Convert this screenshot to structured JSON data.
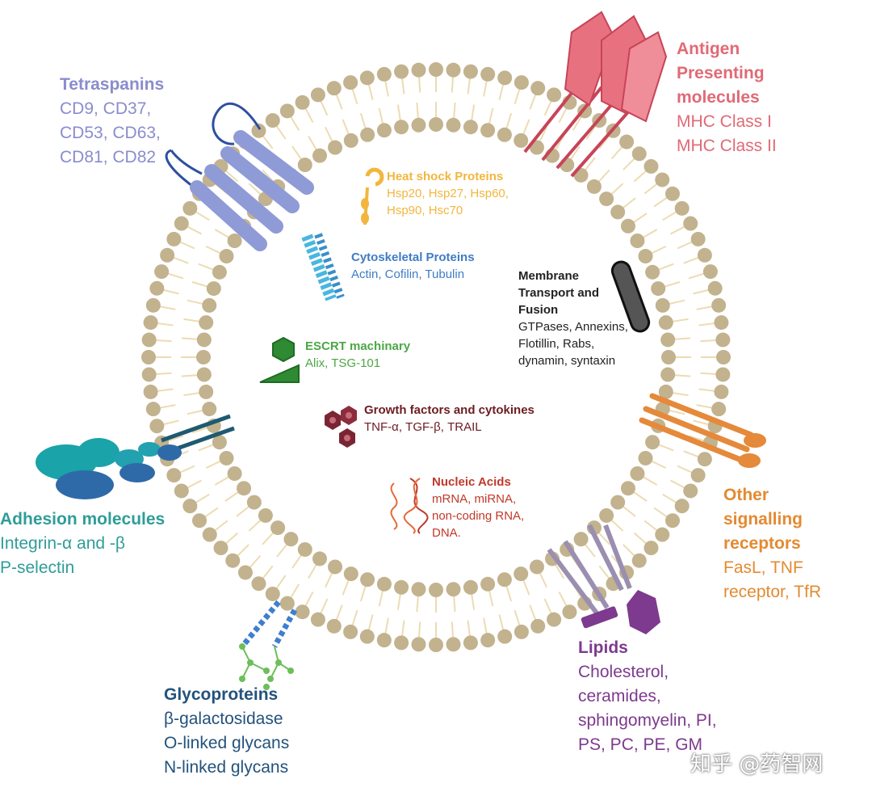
{
  "labels": {
    "tetraspanins": {
      "title": "Tetraspanins",
      "lines": [
        "CD9, CD37,",
        "CD53, CD63,",
        "CD81, CD82"
      ]
    },
    "antigen": {
      "title_lines": [
        "Antigen",
        "Presenting",
        "molecules"
      ],
      "lines": [
        "MHC Class I",
        "MHC Class II"
      ]
    },
    "adhesion": {
      "title": "Adhesion molecules",
      "lines": [
        "Integrin-α and -β",
        "P-selectin"
      ]
    },
    "other_receptors": {
      "title_lines": [
        "Other",
        "signalling",
        "receptors"
      ],
      "lines": [
        "FasL, TNF",
        "receptor, TfR"
      ]
    },
    "glycoproteins": {
      "title": "Glycoproteins",
      "lines": [
        "β-galactosidase",
        "O-linked glycans",
        "N-linked glycans"
      ]
    },
    "lipids": {
      "title": "Lipids",
      "lines": [
        "Cholesterol,",
        "ceramides,",
        "sphingomyelin, PI,",
        "PS, PC, PE, GM"
      ]
    },
    "heat_shock": {
      "title": "Heat shock  Proteins",
      "lines": [
        "Hsp20, Hsp27, Hsp60,",
        "Hsp90, Hsc70"
      ]
    },
    "cytoskeletal": {
      "title": "Cytoskeletal Proteins",
      "lines": [
        "Actin, Cofilin, Tubulin"
      ]
    },
    "membrane_transport": {
      "title_lines": [
        "Membrane",
        "Transport and",
        "Fusion"
      ],
      "lines": [
        "GTPases, Annexins,",
        "Flotillin, Rabs,",
        "dynamin, syntaxin"
      ]
    },
    "escrt": {
      "title": "ESCRT machinary",
      "lines": [
        "Alix, TSG-101"
      ]
    },
    "growth": {
      "title": "Growth factors and cytokines",
      "lines": [
        "TNF-α, TGF-β, TRAIL"
      ]
    },
    "nucleic": {
      "title": "Nucleic Acids",
      "lines": [
        "mRNA, miRNA,",
        "non-coding RNA,",
        "DNA."
      ]
    }
  },
  "watermark": "知乎 @药智网",
  "colors": {
    "membrane_head": "#c2b28e",
    "membrane_tail": "#ecdcb2",
    "tetraspanin": "#8f9bd6",
    "mhc": "#e8717f",
    "adhesion": "#1c7fa6",
    "receptor": "#e5893a",
    "glycan_chain": "#3d7fd0",
    "glycan_branch": "#6cbf5a",
    "lipid": "#7d3a8e",
    "lipid_tail": "#9a8fb0",
    "heat_shock": "#f2b63e",
    "cytoskeletal": "#49b6e0",
    "transport": "#555555",
    "escrt": "#3a9a3e",
    "growth": "#7a2533",
    "nucleic": "#e5683a"
  }
}
